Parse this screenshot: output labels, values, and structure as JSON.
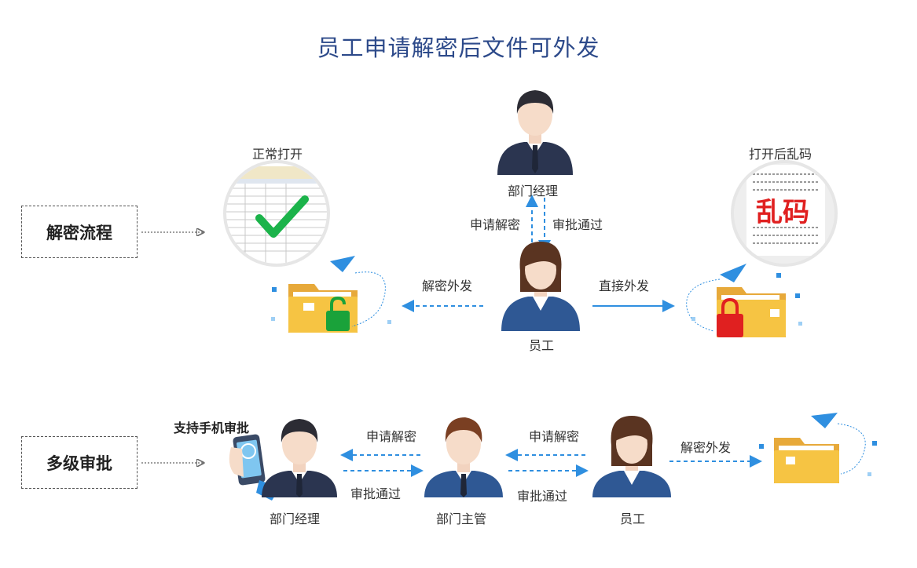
{
  "title": "员工申请解密后文件可外发",
  "section1": {
    "label": "解密流程",
    "manager": "部门经理",
    "employee": "员工",
    "apply": "申请解密",
    "approve": "审批通过",
    "decrypt_send": "解密外发",
    "direct_send": "直接外发",
    "normal_open": "正常打开",
    "garbled": "打开后乱码",
    "garbled_stamp": "乱码"
  },
  "section2": {
    "label": "多级审批",
    "mobile": "支持手机审批",
    "manager": "部门经理",
    "supervisor": "部门主管",
    "employee": "员工",
    "apply1": "申请解密",
    "approve1": "审批通过",
    "apply2": "申请解密",
    "approve2": "审批通过",
    "decrypt_send": "解密外发"
  },
  "colors": {
    "title": "#2d4a8a",
    "arrow": "#2f8fe0",
    "suit": "#2b3550",
    "folder": "#f6c443",
    "lock_open": "#1aa23a",
    "lock_closed": "#e02020",
    "check": "#1bb34a"
  }
}
